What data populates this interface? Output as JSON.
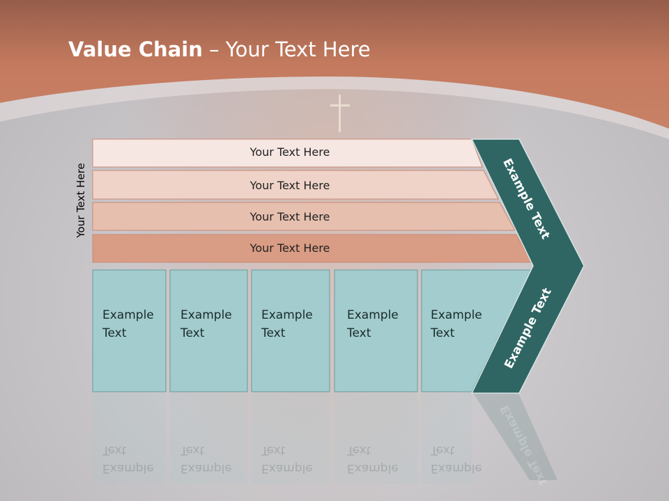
{
  "title": {
    "bold": "Value Chain",
    "rest": " – Your Text Here"
  },
  "y_axis_label": "Your Text Here",
  "support_activities": [
    "Your Text Here",
    "Your Text Here",
    "Your Text Here",
    "Your Text Here"
  ],
  "primary_activities": [
    {
      "line1": "Example",
      "line2": "Text"
    },
    {
      "line1": "Example",
      "line2": "Text"
    },
    {
      "line1": "Example",
      "line2": "Text"
    },
    {
      "line1": "Example",
      "line2": "Text"
    },
    {
      "line1": "Example",
      "line2": "Text"
    }
  ],
  "margin_upper": "Example Text",
  "margin_lower": "Example Text",
  "colors": {
    "header": "#c47a5e",
    "band1": "#f6e7e3",
    "band2": "#efd3c8",
    "band3": "#e6bfae",
    "band4": "#d99c84",
    "activity": "#a2cccd",
    "chevron": "#2f6663"
  }
}
